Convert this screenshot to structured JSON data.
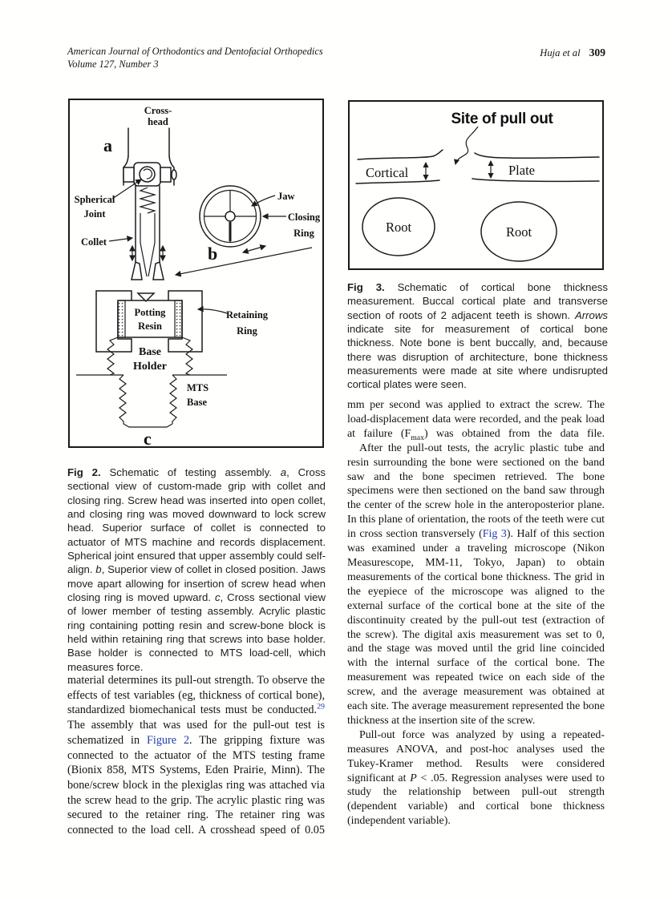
{
  "header": {
    "journal": "American Journal of Orthodontics and Dentofacial Orthopedics",
    "volume": "Volume 127, Number 3",
    "authors": "Huja et al",
    "page_number": "309"
  },
  "figure2": {
    "labels": {
      "cross1": "Cross-",
      "cross2": "head",
      "a": "a",
      "b": "b",
      "c": "c",
      "sj1": "Spherical",
      "sj2": "Joint",
      "collet": "Collet",
      "jaw": "Jaw",
      "cr1": "Closing",
      "cr2": "Ring",
      "pr1": "Potting",
      "pr2": "Resin",
      "rr1": "Retaining",
      "rr2": "Ring",
      "bh1": "Base",
      "bh2": "Holder",
      "mts1": "MTS",
      "mts2": "Base"
    },
    "caption": [
      {
        "t": "Fig 2.",
        "s": "b"
      },
      {
        "t": " Schematic of testing assembly. "
      },
      {
        "t": "a",
        "s": "i"
      },
      {
        "t": ", Cross sectional view of custom-made grip with collet and closing ring. Screw head was inserted into open collet, and closing ring was moved downward to lock screw head. Superior surface of collet is connected to actuator of MTS machine and records displacement. Spherical joint ensured that upper assembly could self-align. "
      },
      {
        "t": "b",
        "s": "i"
      },
      {
        "t": ", Superior view of collet in closed position. Jaws move apart allowing for insertion of screw head when closing ring is moved upward. "
      },
      {
        "t": "c",
        "s": "i"
      },
      {
        "t": ", Cross sectional view of lower member of testing assembly. Acrylic plastic ring containing potting resin and screw-bone block is held within retaining ring that screws into base holder. Base holder is connected to MTS load-cell, which measures force."
      }
    ]
  },
  "figure3": {
    "labels": {
      "site": "Site of pull out",
      "cortical": "Cortical",
      "plate": "Plate",
      "root_left": "Root",
      "root_right": "Root"
    },
    "caption": [
      {
        "t": "Fig 3.",
        "s": "b"
      },
      {
        "t": " Schematic of cortical bone thickness measurement. Buccal cortical plate and transverse section of roots of 2 adjacent teeth is shown. "
      },
      {
        "t": "Arrows",
        "s": "i"
      },
      {
        "t": " indicate site for measurement of cortical bone thickness. Note bone is bent buccally, and, because there was disruption of architecture, bone thickness measurements were made at site where undisrupted cortical plates were seen."
      }
    ]
  },
  "left_column": {
    "paragraph": [
      {
        "t": "material determines its pull-out strength. To observe the effects of test variables (eg, thickness of cortical bone), standardized biomechanical tests must be conducted."
      },
      {
        "t": "29",
        "s": "suplink"
      },
      {
        "t": " The assembly that was used for the pull-out test is schematized in "
      },
      {
        "t": "Figure 2",
        "s": "link"
      },
      {
        "t": ". The gripping fixture was connected to the actuator of the MTS testing frame (Bionix 858, MTS Systems, Eden Prairie, Minn). The bone/screw block in the plexiglas ring was attached via the screw head to the grip. The acrylic plastic ring was secured to the retainer ring. The retainer ring was connected to the load cell. A crosshead speed of 0.05"
      }
    ]
  },
  "right_column": {
    "paragraphs": [
      [
        {
          "t": "mm per second was applied to extract the screw. The load-displacement data were recorded, and the peak load at failure (F"
        },
        {
          "t": "max",
          "s": "sub"
        },
        {
          "t": ") was obtained from the data file."
        }
      ],
      [
        {
          "t": "After the pull-out tests, the acrylic plastic tube and resin surrounding the bone were sectioned on the band saw and the bone specimen retrieved. The bone specimens were then sectioned on the band saw through the center of the screw hole in the anteroposterior plane. In this plane of orientation, the roots of the teeth were cut in cross section transversely ("
        },
        {
          "t": "Fig 3",
          "s": "link"
        },
        {
          "t": "). Half of this section was examined under a traveling microscope (Nikon Measurescope, MM-11, Tokyo, Japan) to obtain measurements of the cortical bone thickness. The grid in the eyepiece of the microscope was aligned to the external surface of the cortical bone at the site of the discontinuity created by the pull-out test (extraction of the screw). The digital axis measurement was set to 0, and the stage was moved until the grid line coincided with the internal surface of the cortical bone. The measurement was repeated twice on each side of the screw, and the average measurement was obtained at each site. The average measurement represented the bone thickness at the insertion site of the screw."
        }
      ],
      [
        {
          "t": "Pull-out force was analyzed by using a repeated-measures ANOVA, and post-hoc analyses used the Tukey-Kramer method. Results were considered significant at "
        },
        {
          "t": "P",
          "s": "i"
        },
        {
          "t": " < .05. Regression analyses were used to study the relationship between pull-out strength (dependent variable) and cortical bone thickness (independent variable)."
        }
      ]
    ]
  },
  "colors": {
    "link": "#2540a8",
    "ink": "#161616"
  }
}
